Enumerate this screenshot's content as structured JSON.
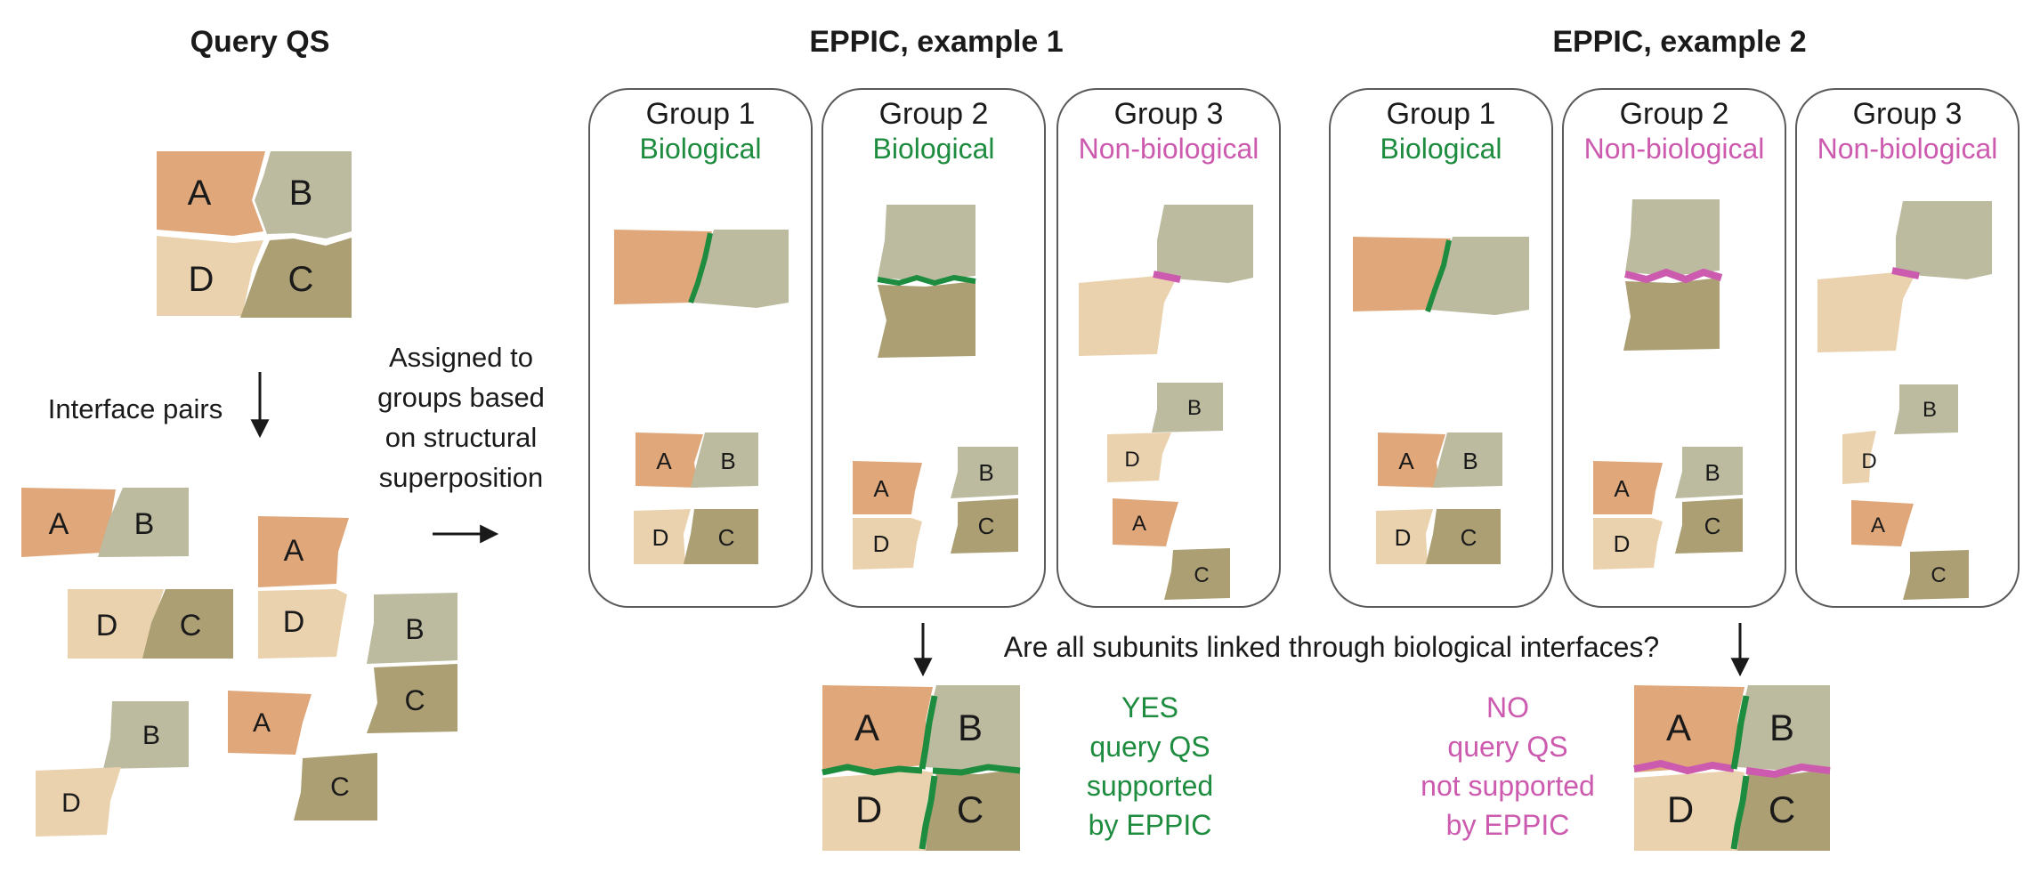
{
  "colors": {
    "A": "#DFA77A",
    "B": "#BCBBA0",
    "C": "#AC9F74",
    "D": "#EBD2AE",
    "bio": "#1D8C3F",
    "nonbio": "#CC5AAE",
    "panel_border": "#5A5A5A",
    "text": "#1A1A1A"
  },
  "sections": {
    "query": "Query QS",
    "ex1": "EPPIC, example 1",
    "ex2": "EPPIC, example 2"
  },
  "interface_pairs_label": "Interface pairs",
  "assigned_text": [
    "Assigned to",
    "groups based",
    "on structural",
    "superposition"
  ],
  "question": "Are all subunits linked through biological interfaces?",
  "subunit_letters": {
    "A": "A",
    "B": "B",
    "C": "C",
    "D": "D"
  },
  "examples": [
    {
      "groups": [
        {
          "title": "Group 1",
          "label": "Biological",
          "type": "bio"
        },
        {
          "title": "Group 2",
          "label": "Biological",
          "type": "bio"
        },
        {
          "title": "Group 3",
          "label": "Non-biological",
          "type": "nonbio"
        }
      ],
      "verdict": [
        "YES",
        "query QS",
        "supported",
        "by EPPIC"
      ],
      "verdict_type": "bio"
    },
    {
      "groups": [
        {
          "title": "Group 1",
          "label": "Biological",
          "type": "bio"
        },
        {
          "title": "Group 2",
          "label": "Non-biological",
          "type": "nonbio"
        },
        {
          "title": "Group 3",
          "label": "Non-biological",
          "type": "nonbio"
        }
      ],
      "verdict": [
        "NO",
        "query QS",
        "not supported",
        "by EPPIC"
      ],
      "verdict_type": "nonbio"
    }
  ]
}
